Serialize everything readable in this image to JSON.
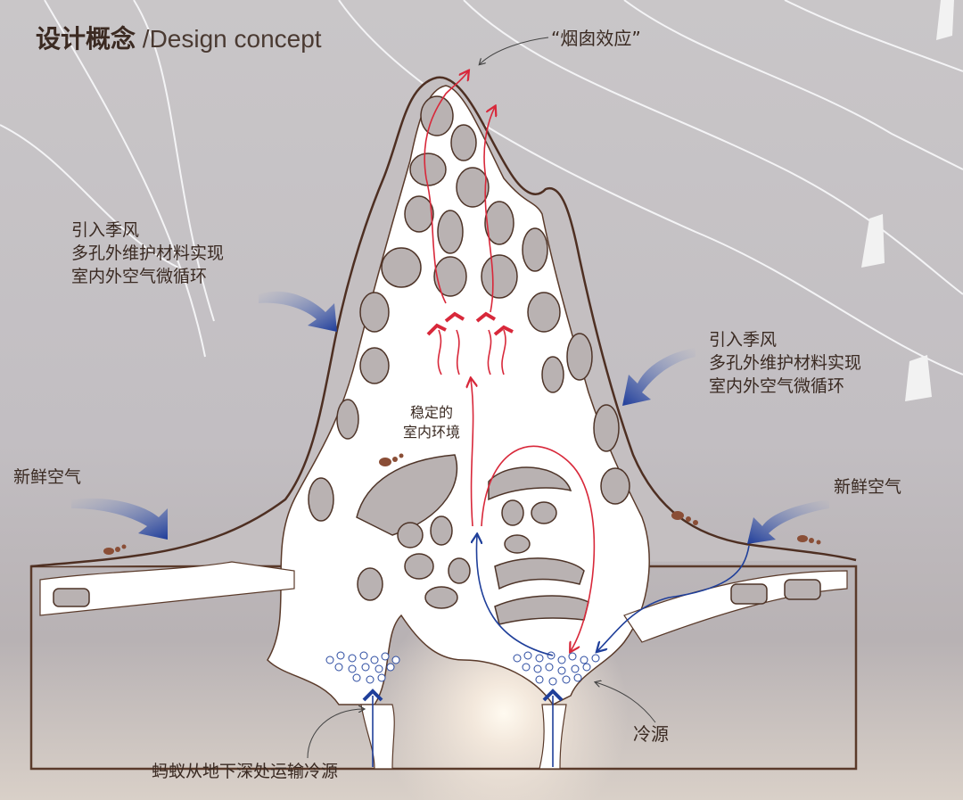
{
  "title": {
    "cn": "设计概念",
    "separator": " /",
    "en": "Design concept"
  },
  "labels": {
    "chimney_effect": "“烟囱效应”",
    "left_wind": [
      "引入季风",
      "多孔外维护材料实现",
      "室内外空气微循环"
    ],
    "right_wind": [
      "引入季风",
      "多孔外维护材料实现",
      "室内外空气微循环"
    ],
    "stable_env": [
      "稳定的",
      "室内环境"
    ],
    "fresh_air_left": "新鲜空气",
    "fresh_air_right": "新鲜空气",
    "cold_source": "冷源",
    "ant_transport": "蚂蚁从地下深处运输冷源"
  },
  "colors": {
    "outline": "#5a3a2a",
    "warm_flow": "#d8283a",
    "cool_flow": "#1f3f9a",
    "cell": "#b9b2b2",
    "wind_arrow": "#2a4aa0"
  }
}
